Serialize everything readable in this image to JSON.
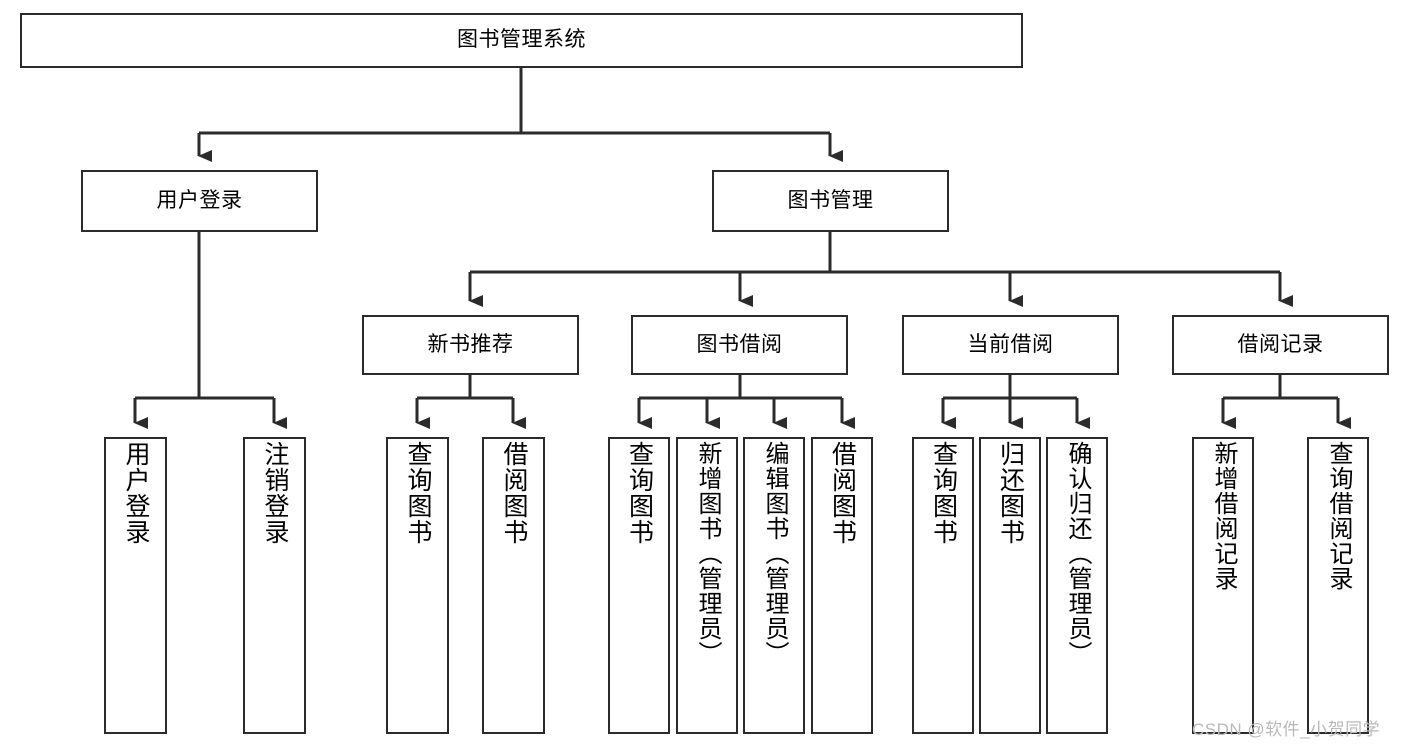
{
  "diagram": {
    "type": "tree-hierarchy-diagram",
    "title": "图书管理系统",
    "orientation": "top-down",
    "theme": {
      "background": "#ffffff",
      "box_border": "#2b2b2b",
      "box_fill": "#ffffff",
      "connector": "#2b2b2b",
      "text": "#000000",
      "watermark": "#b9b9b9"
    },
    "levels": [
      {
        "level": 1,
        "nodes": [
          {
            "id": "root",
            "label": "图书管理系统",
            "orientation": "horizontal"
          }
        ]
      },
      {
        "level": 2,
        "nodes": [
          {
            "id": "login",
            "label": "用户登录",
            "orientation": "horizontal",
            "parent": "root"
          },
          {
            "id": "bookmgmt",
            "label": "图书管理",
            "orientation": "horizontal",
            "parent": "root"
          }
        ]
      },
      {
        "level": 3,
        "nodes": [
          {
            "id": "newbook",
            "label": "新书推荐",
            "orientation": "horizontal",
            "parent": "bookmgmt"
          },
          {
            "id": "borrow",
            "label": "图书借阅",
            "orientation": "horizontal",
            "parent": "bookmgmt"
          },
          {
            "id": "current",
            "label": "当前借阅",
            "orientation": "horizontal",
            "parent": "bookmgmt"
          },
          {
            "id": "records",
            "label": "借阅记录",
            "orientation": "horizontal",
            "parent": "bookmgmt"
          }
        ]
      },
      {
        "level": 4,
        "nodes": [
          {
            "id": "leaf-1",
            "label": "用户登录",
            "orientation": "vertical",
            "parent": "login"
          },
          {
            "id": "leaf-2",
            "label": "注销登录",
            "orientation": "vertical",
            "parent": "login"
          },
          {
            "id": "leaf-3",
            "label": "查询图书",
            "orientation": "vertical",
            "parent": "newbook"
          },
          {
            "id": "leaf-4",
            "label": "借阅图书",
            "orientation": "vertical",
            "parent": "newbook"
          },
          {
            "id": "leaf-5",
            "label": "查询图书",
            "orientation": "vertical",
            "parent": "borrow"
          },
          {
            "id": "leaf-6",
            "label": "新增图书（管理员）",
            "orientation": "vertical",
            "parent": "borrow"
          },
          {
            "id": "leaf-7",
            "label": "编辑图书（管理员）",
            "orientation": "vertical",
            "parent": "borrow"
          },
          {
            "id": "leaf-8",
            "label": "借阅图书",
            "orientation": "vertical",
            "parent": "borrow"
          },
          {
            "id": "leaf-9",
            "label": "查询图书",
            "orientation": "vertical",
            "parent": "current"
          },
          {
            "id": "leaf-10",
            "label": "归还图书",
            "orientation": "vertical",
            "parent": "current"
          },
          {
            "id": "leaf-11",
            "label": "确认归还（管理员）",
            "orientation": "vertical",
            "parent": "current"
          },
          {
            "id": "leaf-12",
            "label": "新增借阅记录",
            "orientation": "vertical",
            "parent": "records"
          },
          {
            "id": "leaf-13",
            "label": "查询借阅记录",
            "orientation": "vertical",
            "parent": "records"
          }
        ]
      }
    ]
  },
  "watermark": {
    "text": "CSDN @软件_小贺同学"
  }
}
